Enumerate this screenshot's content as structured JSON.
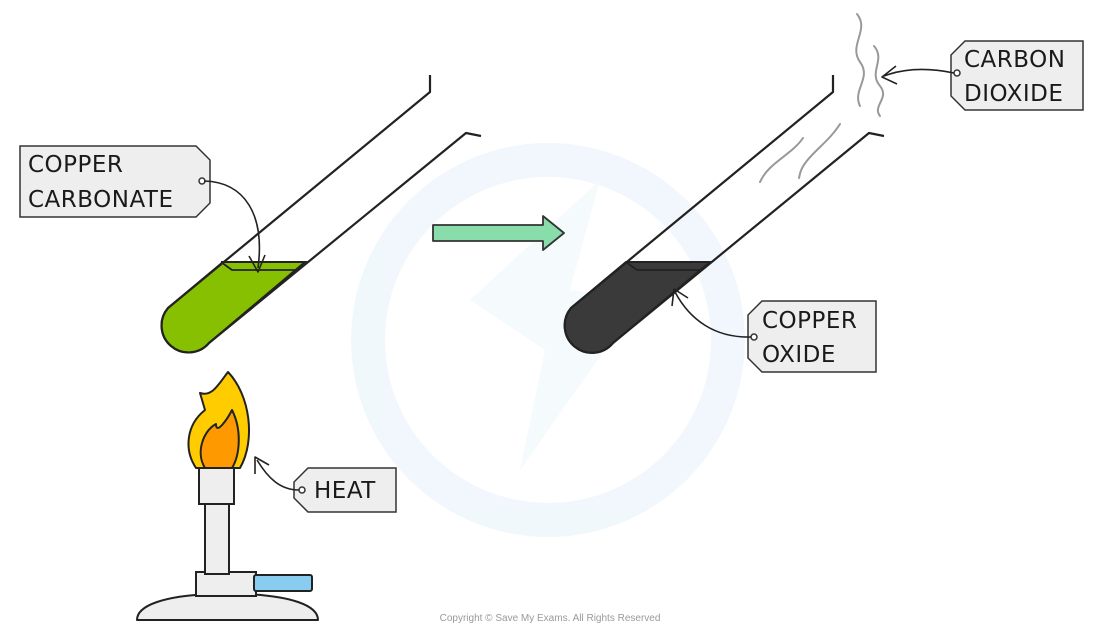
{
  "labels": {
    "copper_carbonate": [
      "COPPER",
      "CARBONATE"
    ],
    "carbon_dioxide": [
      "CARBON",
      "DIOXIDE"
    ],
    "copper_oxide": [
      "COPPER",
      "OXIDE"
    ],
    "heat": "HEAT"
  },
  "footer": {
    "copyright": "Copyright © Save My Exams. All Rights Reserved"
  },
  "colors": {
    "copper_carbonate": "#86c000",
    "copper_oxide": "#3a3a3a",
    "arrow": "#88ddaa",
    "tag_fill": "#eeeeee",
    "flame_outer": "#ffcc00",
    "flame_inner": "#ff9900",
    "gas_valve": "#88ccf0",
    "watermark": "#e8f4fb"
  }
}
